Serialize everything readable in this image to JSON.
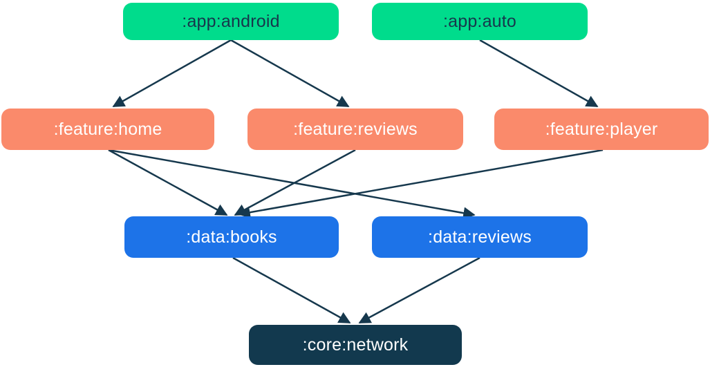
{
  "diagram_type": "module-dependency-graph",
  "colors": {
    "background": "#FFFFFF",
    "app_node": "#00DC8C",
    "feature_node": "#FA8A6B",
    "data_node": "#1D73E8",
    "core_node": "#12394E",
    "app_node_text": "#17374C",
    "light_node_text": "#FFFFFF",
    "edge": "#16384D"
  },
  "nodes": [
    {
      "id": "app-android",
      "label": ":app:android",
      "type": "app"
    },
    {
      "id": "app-auto",
      "label": ":app:auto",
      "type": "app"
    },
    {
      "id": "feature-home",
      "label": ":feature:home",
      "type": "feature"
    },
    {
      "id": "feature-reviews",
      "label": ":feature:reviews",
      "type": "feature"
    },
    {
      "id": "feature-player",
      "label": ":feature:player",
      "type": "feature"
    },
    {
      "id": "data-books",
      "label": ":data:books",
      "type": "data"
    },
    {
      "id": "data-reviews",
      "label": ":data:reviews",
      "type": "data"
    },
    {
      "id": "core-network",
      "label": ":core:network",
      "type": "core"
    }
  ],
  "edges": [
    {
      "from": "app-android",
      "to": "feature-home"
    },
    {
      "from": "app-android",
      "to": "feature-reviews"
    },
    {
      "from": "app-auto",
      "to": "feature-player"
    },
    {
      "from": "feature-home",
      "to": "data-books"
    },
    {
      "from": "feature-home",
      "to": "data-reviews"
    },
    {
      "from": "feature-reviews",
      "to": "data-books"
    },
    {
      "from": "feature-player",
      "to": "data-books"
    },
    {
      "from": "data-books",
      "to": "core-network"
    },
    {
      "from": "data-reviews",
      "to": "core-network"
    }
  ]
}
